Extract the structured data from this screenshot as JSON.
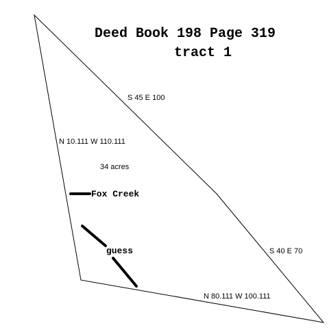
{
  "title": {
    "line1": "Deed Book 198 Page 319",
    "line2": "tract 1"
  },
  "calls": {
    "ne_side": "S 45 E 100",
    "west_side": "N 10.111 W 110.111",
    "se_side": "S 40 E 70",
    "south_side": "N 80.111 W 100.111"
  },
  "area_label": "34 acres",
  "features": {
    "creek": "Fox Creek",
    "guess": "guess"
  },
  "colors": {
    "line": "#000000",
    "background": "#ffffff"
  }
}
